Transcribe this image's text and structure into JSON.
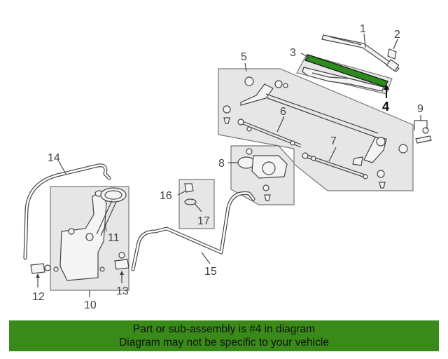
{
  "colors": {
    "banner_bg": "#3a8a1a",
    "highlight": "#2e8b1e",
    "panel": "#e6e6e6"
  },
  "callouts": {
    "n1": "1",
    "n2": "2",
    "n3": "3",
    "n4": "4",
    "n5": "5",
    "n6": "6",
    "n7": "7",
    "n8": "8",
    "n9": "9",
    "n10": "10",
    "n11": "11",
    "n12": "12",
    "n13": "13",
    "n14": "14",
    "n15": "15",
    "n16": "16",
    "n17": "17"
  },
  "banner": {
    "line1": "Part or sub-assembly is #4 in diagram",
    "line2": "Diagram may not be specific to your vehicle"
  }
}
